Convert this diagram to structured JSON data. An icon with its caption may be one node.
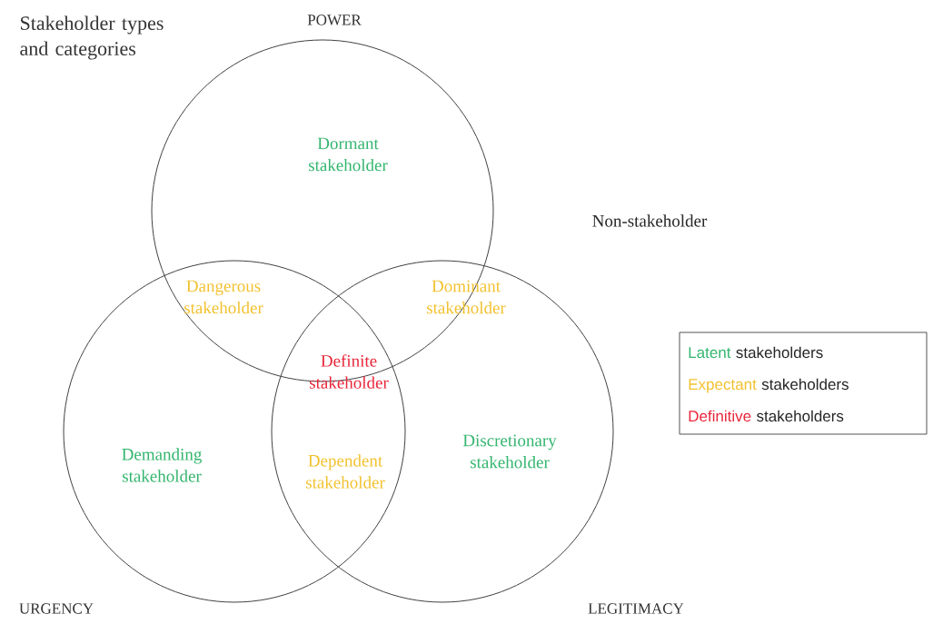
{
  "diagram": {
    "title": "Stakeholder types and categories",
    "nodes": [
      {
        "text": [
          "POWER"
        ]
      },
      {
        "text": [
          "URGENCY"
        ]
      },
      {
        "text": [
          "LEGITIMACY"
        ]
      }
    ],
    "labels": [
      "Non-stakeholder",
      "Dormant stakeholder",
      "Dangerous stakeholder",
      "Dominant stakeholder",
      "Definite stakeholder",
      "Demanding stakeholder",
      "Dependent stakeholder",
      "Discretionary stakeholder",
      "stakeholders",
      "stakeholders",
      "stakeholders"
    ],
    "legend": [
      {
        "text": "Latent",
        "color": "#33b56e"
      },
      {
        "text": "Expectant",
        "color": "#f2c12e"
      },
      {
        "text": "Definitive",
        "color": "#e8263a"
      }
    ]
  }
}
